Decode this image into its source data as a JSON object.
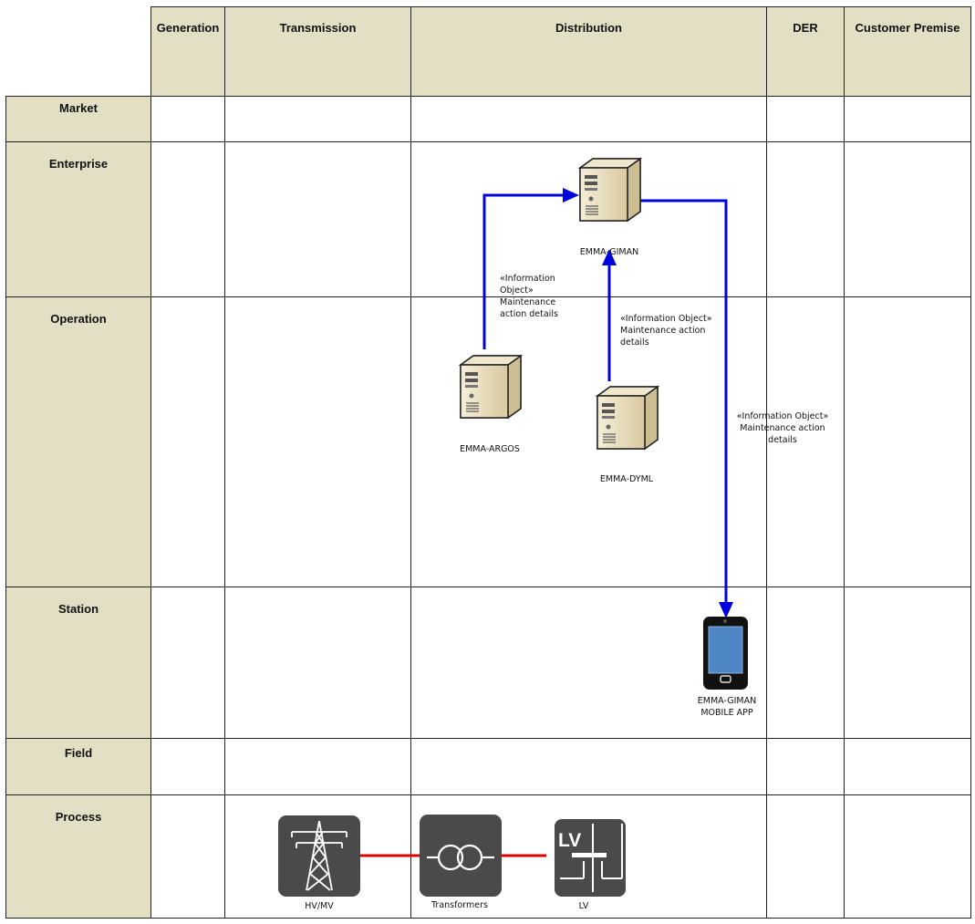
{
  "columns": [
    "Generation",
    "Transmission",
    "Distribution",
    "DER",
    "Customer Premise"
  ],
  "rows": [
    "Market",
    "Enterprise",
    "Operation",
    "Station",
    "Field",
    "Process"
  ],
  "nodes": {
    "giman": "EMMA-GIMAN",
    "argos": "EMMA-ARGOS",
    "dyml": "EMMA-DYML",
    "mobile_line1": "EMMA-GIMAN",
    "mobile_line2": "MOBILE APP",
    "hvmv": "HV/MV",
    "transformers": "Transformers",
    "lv": "LV",
    "lv_icon_text": "LV"
  },
  "flows": {
    "argos_to_giman": [
      "«Information",
      "Object»",
      "Maintenance",
      "action details"
    ],
    "dyml_to_giman": [
      "«Information Object»",
      "Maintenance action",
      "details"
    ],
    "giman_to_mobile": [
      "«Information Object»",
      "Maintenance action",
      "details"
    ]
  },
  "colors": {
    "header_bg": "#e3dfc4",
    "flow_arrow": "#0000dd",
    "process_link": "#dd0000",
    "icon_dark": "#4a4a4a",
    "server_body": "#e8dcbc",
    "phone_screen": "#4f86c6"
  }
}
